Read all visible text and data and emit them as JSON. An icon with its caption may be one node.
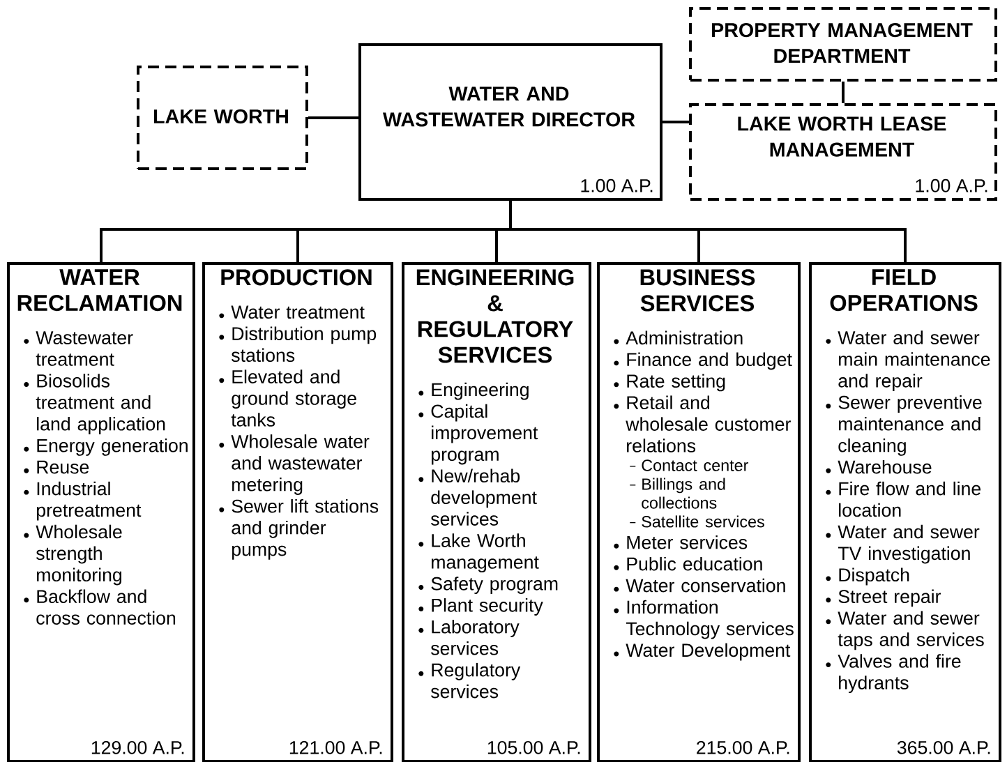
{
  "diagram": {
    "nodes": [
      {
        "text": [
          "LAKE WORTH"
        ]
      },
      {
        "text": [
          "WATER AND WASTEWATER DIRECTOR",
          "1.00 A.P."
        ]
      },
      {
        "text": [
          "PROPERTY MANAGEMENT DEPARTMENT"
        ]
      },
      {
        "text": [
          "LAKE WORTH LEASE MANAGEMENT",
          "1.00 A.P."
        ]
      },
      {
        "text": [
          "WATER RECLAMATION",
          "Wastewater treatment",
          "Biosolids treatment and land application",
          "Energy generation",
          "Reuse",
          "Industrial pretreatment",
          "Wholesale strength monitoring",
          "Backflow and cross connection",
          "129.00 A.P."
        ]
      },
      {
        "text": [
          "PRODUCTION",
          "Water treatment",
          "Distribution pump stations",
          "Elevated and ground storage tanks",
          "Wholesale water and wastewater metering",
          "Sewer lift stations and grinder pumps",
          "121.00 A.P."
        ]
      },
      {
        "text": [
          "ENGINEERING & REGULATORY SERVICES",
          "Engineering",
          "Capital improvement program",
          "New/rehab development services",
          "Lake Worth management",
          "Safety program",
          "Plant security",
          "Laboratory services",
          "Regulatory services",
          "105.00 A.P."
        ]
      },
      {
        "text": [
          "BUSINESS SERVICES",
          "Administration",
          "Finance and budget",
          "Rate setting",
          "Retail and wholesale customer relations",
          "Contact center",
          "Billings and collections",
          "Satellite services",
          "Meter services",
          "Public education",
          "Water conservation",
          "Information Technology services",
          "Water Development",
          "215.00 A.P."
        ]
      },
      {
        "text": [
          "FIELD OPERATIONS",
          "Water and sewer main maintenance and repair",
          "Sewer preventive maintenance and cleaning",
          "Warehouse",
          "Fire flow and line location",
          "Water and sewer TV investigation",
          "Dispatch",
          "Street repair",
          "Water and sewer taps and services",
          "Valves and fire hydrants",
          "365.00 A.P."
        ]
      }
    ],
    "edges": [
      {
        "from": 0,
        "to": 1,
        "arrow": "none"
      },
      {
        "from": 1,
        "to": 3,
        "arrow": "none"
      },
      {
        "from": 2,
        "to": 3,
        "arrow": "none"
      },
      {
        "from": 1,
        "to": 4,
        "arrow": "none"
      },
      {
        "from": 1,
        "to": 5,
        "arrow": "none"
      },
      {
        "from": 1,
        "to": 6,
        "arrow": "none"
      },
      {
        "from": 1,
        "to": 7,
        "arrow": "none"
      },
      {
        "from": 1,
        "to": 8,
        "arrow": "none"
      }
    ]
  }
}
